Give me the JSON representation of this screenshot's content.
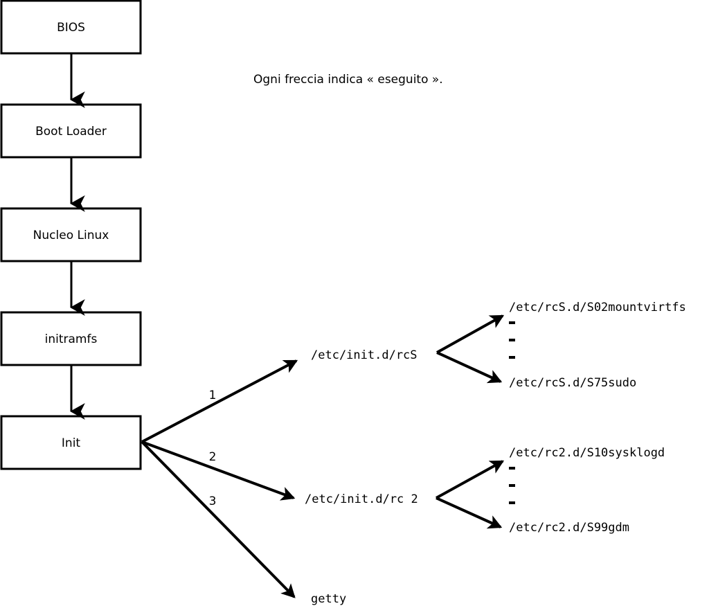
{
  "diagram": {
    "title_caption": "Ogni freccia indica « eseguito ».",
    "boot_chain": [
      {
        "id": "bios",
        "label": "BIOS"
      },
      {
        "id": "bootloader",
        "label": "Boot Loader"
      },
      {
        "id": "kernel",
        "label": "Nucleo Linux"
      },
      {
        "id": "initramfs",
        "label": "initramfs"
      },
      {
        "id": "init",
        "label": "Init"
      }
    ],
    "init_branches": [
      {
        "number": "1",
        "label": "/etc/init.d/rcS"
      },
      {
        "number": "2",
        "label": "/etc/init.d/rc 2"
      },
      {
        "number": "3",
        "label": "getty"
      }
    ],
    "rcs_scripts": {
      "first": "/etc/rcS.d/S02mountvirtfs",
      "last": "/etc/rcS.d/S75sudo",
      "ellipsis": [
        "-",
        "-",
        "-"
      ]
    },
    "rc2_scripts": {
      "first": "/etc/rc2.d/S10sysklogd",
      "last": "/etc/rc2.d/S99gdm",
      "ellipsis": [
        "-",
        "-",
        "-"
      ]
    },
    "colors": {
      "stroke": "#000000",
      "fill": "#ffffff",
      "text": "#000000"
    }
  }
}
